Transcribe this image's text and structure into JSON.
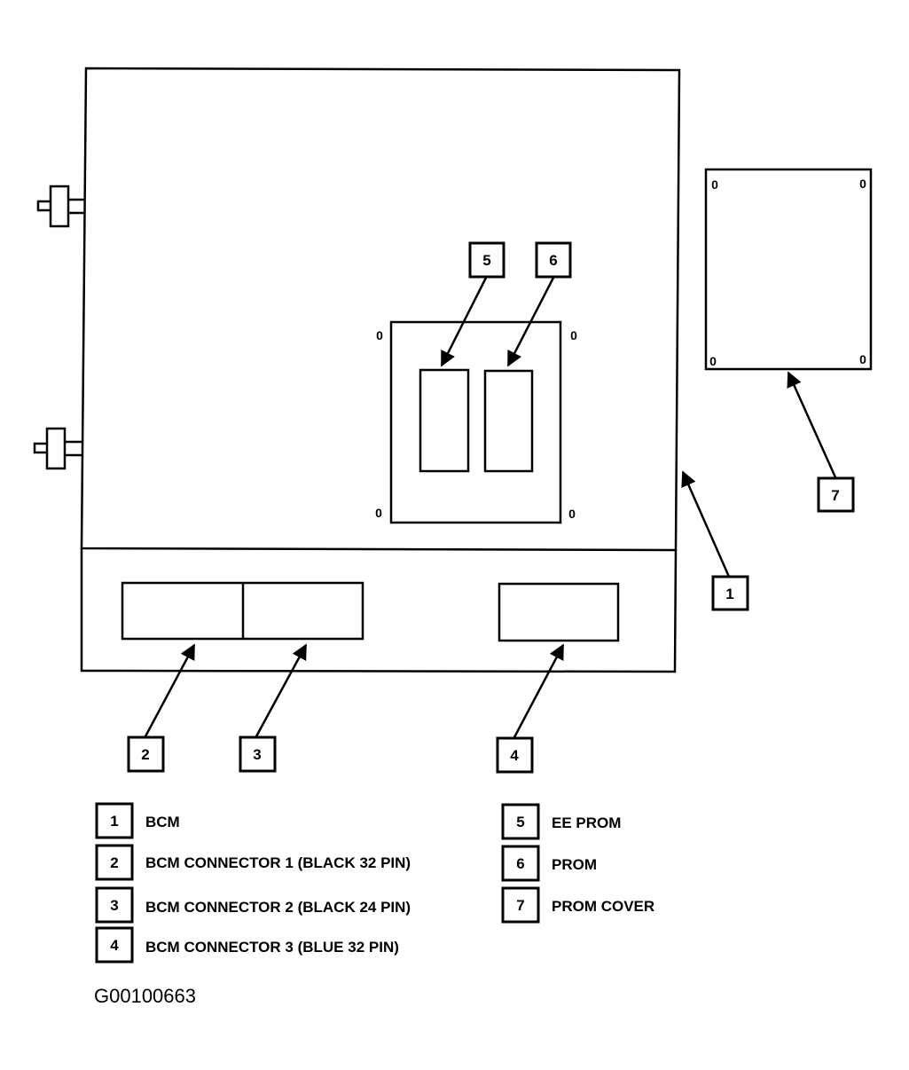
{
  "callouts": {
    "c1": "1",
    "c2": "2",
    "c3": "3",
    "c4": "4",
    "c5": "5",
    "c6": "6",
    "c7": "7"
  },
  "screws": {
    "prom_tl": "0",
    "prom_tr": "0",
    "prom_bl": "0",
    "prom_br": "0",
    "cover_tl": "0",
    "cover_tr": "0",
    "cover_bl": "0",
    "cover_br": "0"
  },
  "legend": [
    {
      "num": "1",
      "text": "BCM"
    },
    {
      "num": "2",
      "text": "BCM CONNECTOR 1  (BLACK 32 PIN)"
    },
    {
      "num": "3",
      "text": "BCM CONNECTOR 2  (BLACK 24 PIN)"
    },
    {
      "num": "4",
      "text": "BCM CONNECTOR 3  (BLUE 32 PIN)"
    },
    {
      "num": "5",
      "text": "EE PROM"
    },
    {
      "num": "6",
      "text": "PROM"
    },
    {
      "num": "7",
      "text": "PROM COVER"
    }
  ],
  "figure_id": "G00100663"
}
